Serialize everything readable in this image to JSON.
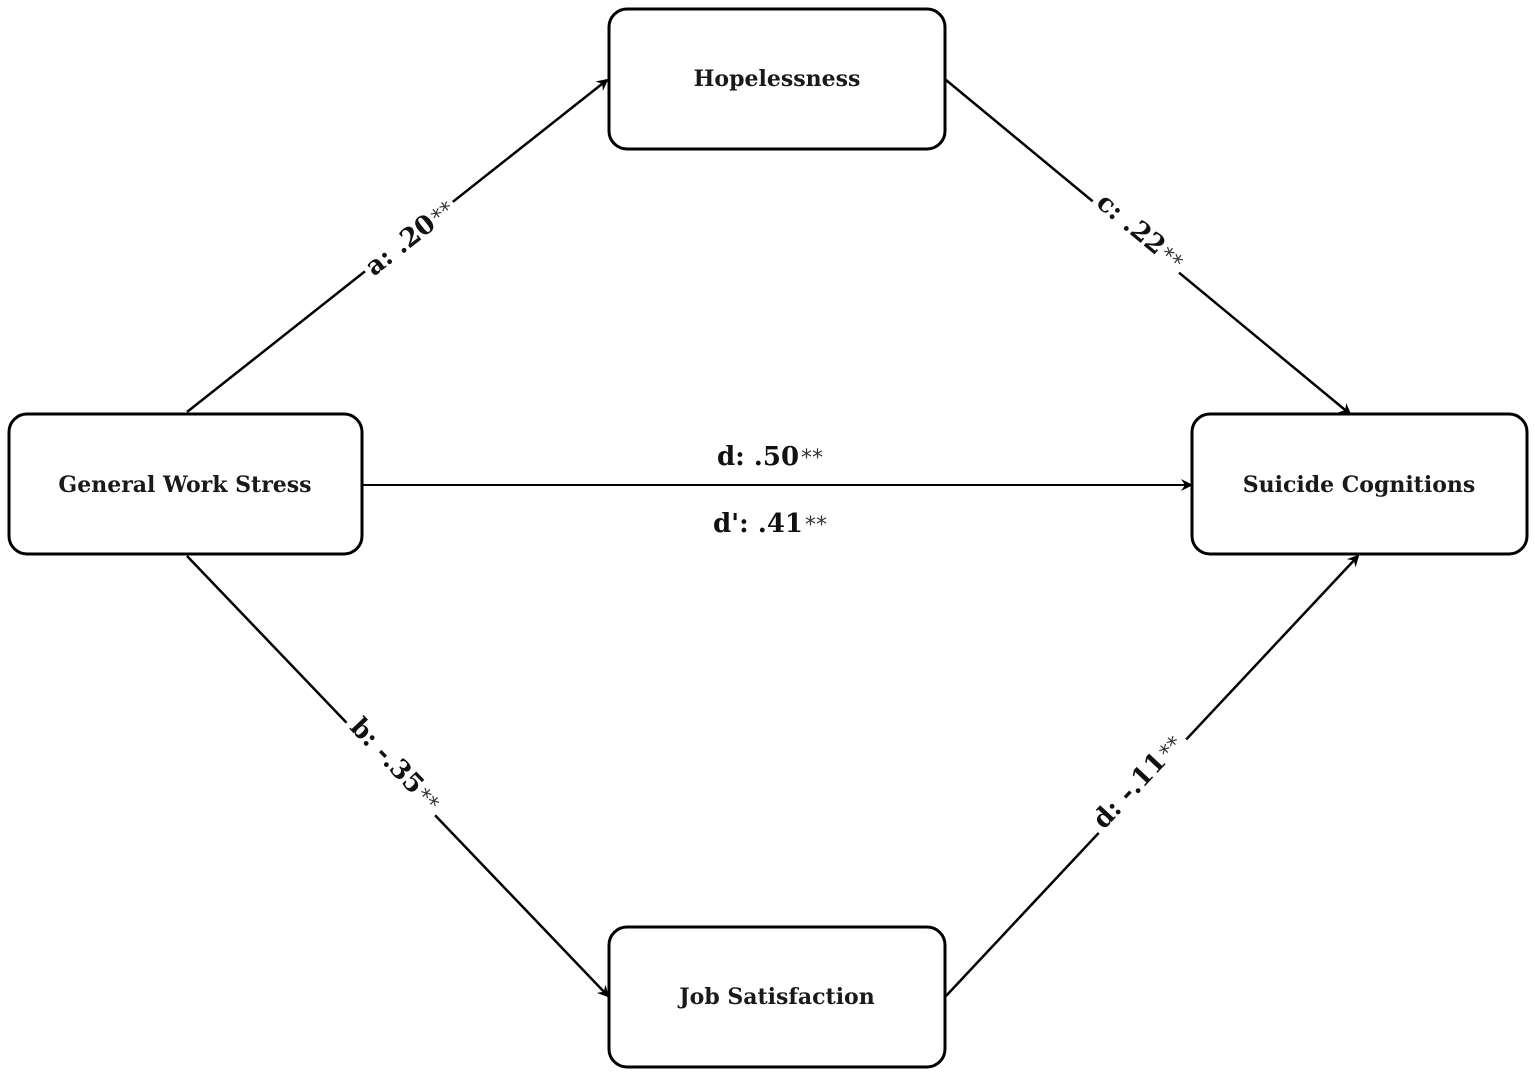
{
  "nodes": {
    "general_work_stress": "General Work Stress",
    "hopelessness": "Hopelessness",
    "job_satisfaction": "Job Satisfaction",
    "suicide_cognitions": "Suicide Cognitions"
  },
  "paths": {
    "a": {
      "label": "a: .20",
      "stars": "**"
    },
    "b": {
      "label": "b: -.35",
      "stars": "**"
    },
    "c": {
      "label": "c: .22",
      "stars": "**"
    },
    "d_lower": {
      "label": "d: -.11",
      "stars": "**"
    },
    "d_direct": {
      "label": "d: .50",
      "stars": "**"
    },
    "d_prime": {
      "label": "d': .41",
      "stars": "**"
    }
  },
  "colors": {
    "stroke": "#000000",
    "background": "#ffffff"
  }
}
